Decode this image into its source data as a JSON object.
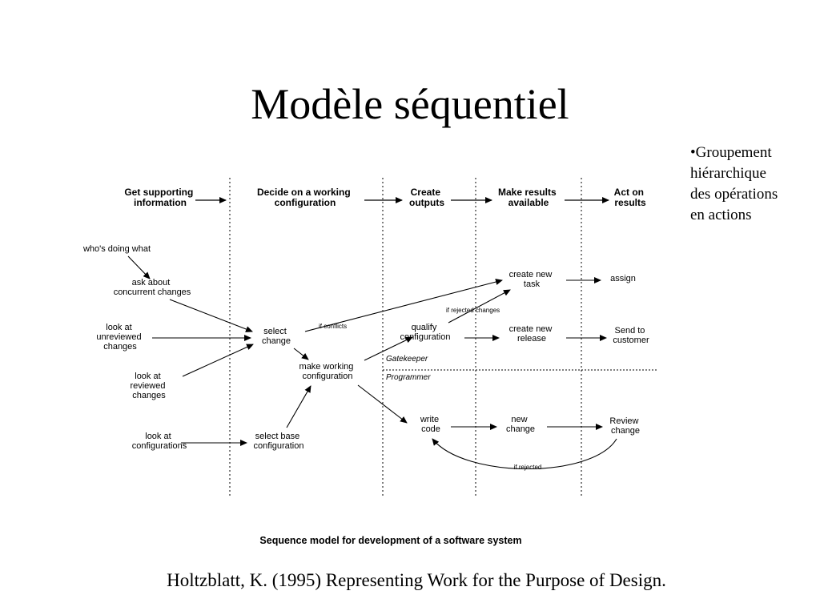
{
  "slide": {
    "title": "Modèle séquentiel",
    "bullet": [
      "•Groupement",
      "hiérarchique",
      "des opérations",
      "en actions"
    ],
    "citation": "Holtzblatt, K.  (1995)  Representing Work for the Purpose of Design."
  },
  "diagram": {
    "phases": [
      [
        "Get supporting",
        "information"
      ],
      [
        "Decide on a working",
        "configuration"
      ],
      [
        "Create",
        "outputs"
      ],
      [
        "Make results",
        "available"
      ],
      [
        "Act on",
        "results"
      ]
    ],
    "nodes": {
      "whos_doing": [
        "who's doing what"
      ],
      "ask_about": [
        "ask about",
        "concurrent changes"
      ],
      "look_unreviewed": [
        "look at",
        "unreviewed",
        "changes"
      ],
      "look_reviewed": [
        "look at",
        "reviewed",
        "changes"
      ],
      "look_configs": [
        "look at",
        "configurations"
      ],
      "select_change": [
        "select",
        "change"
      ],
      "make_working": [
        "make working",
        "configuration"
      ],
      "select_base": [
        "select base",
        "configuration"
      ],
      "qualify_config": [
        "qualify",
        "configuration"
      ],
      "create_task": [
        "create new",
        "task"
      ],
      "assign": [
        "assign"
      ],
      "create_release": [
        "create new",
        "release"
      ],
      "send_customer": [
        "Send to",
        "customer"
      ],
      "write_code": [
        "write",
        "code"
      ],
      "new_change": [
        "new",
        "change"
      ],
      "review_change": [
        "Review",
        "change"
      ]
    },
    "edge_labels": {
      "if_conflicts": "if conflicts",
      "if_rejected_changes": "if rejected changes",
      "if_rejected": "if rejected"
    },
    "roles": {
      "gatekeeper": "Gatekeeper",
      "programmer": "Programmer"
    },
    "caption": "Sequence model for development of a software system"
  }
}
